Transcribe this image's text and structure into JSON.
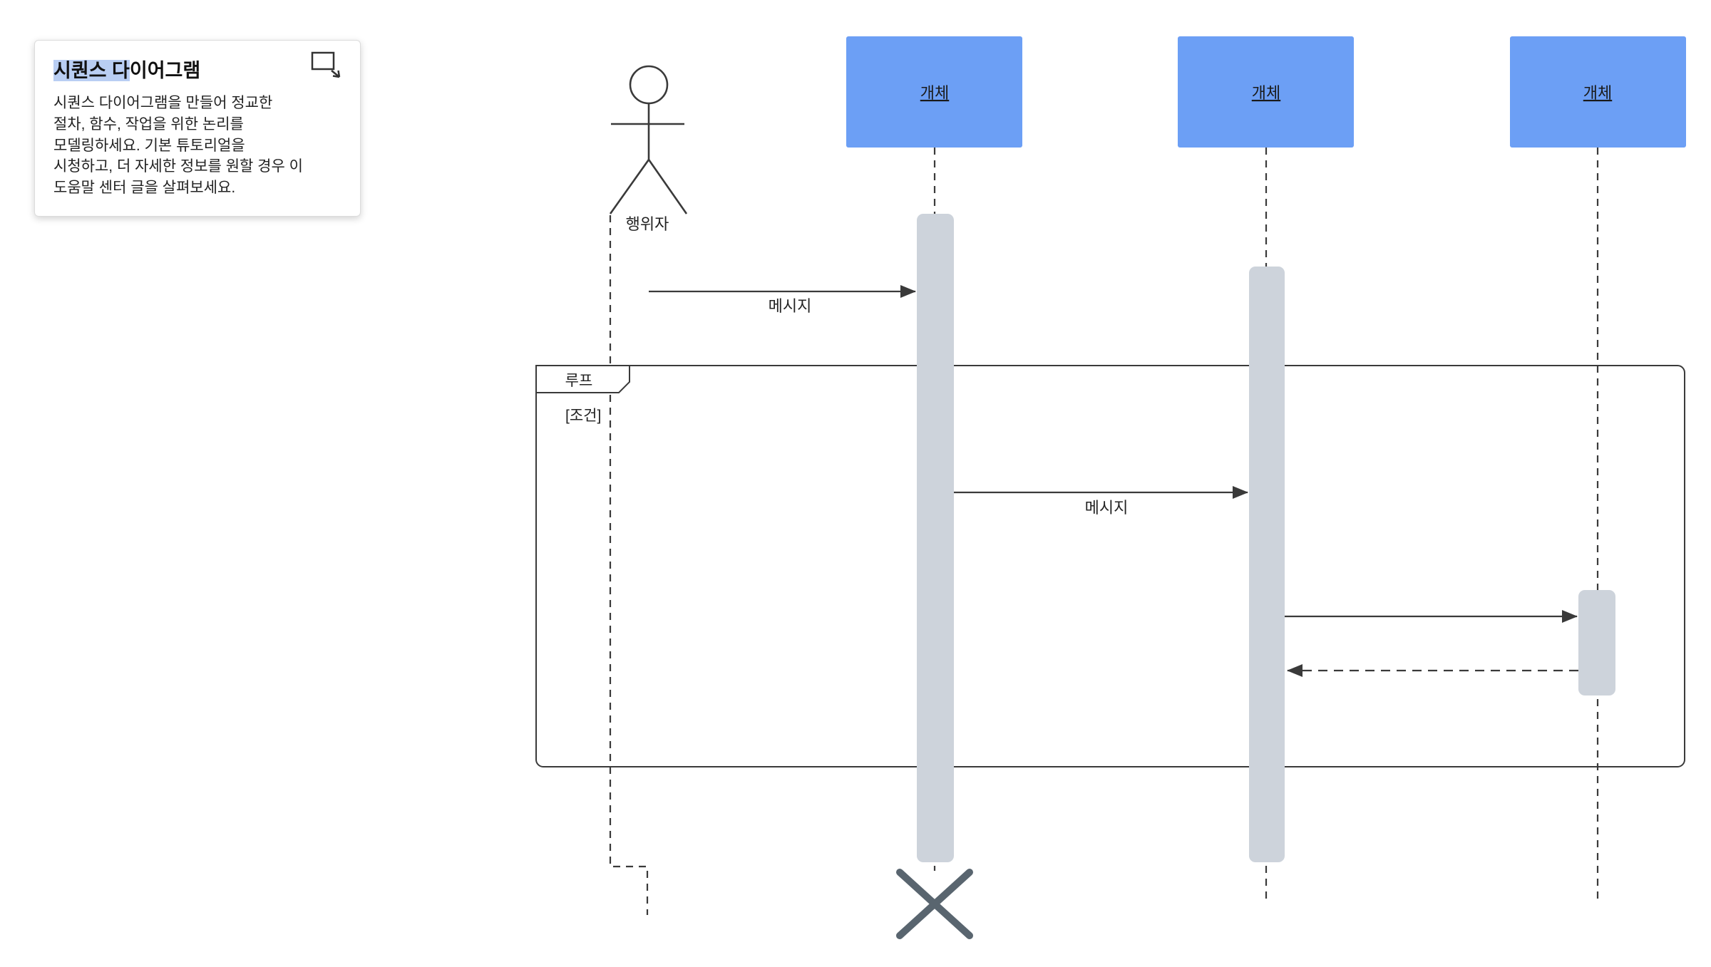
{
  "note_card": {
    "title_selected": "시퀀스 다",
    "title_rest": "이어그램",
    "body_lines": [
      "시퀀스 다이어그램을 만들어 정교한",
      "절차, 함수, 작업을 위한 논리를",
      "모델링하세요. 기본 튜토리얼을",
      "시청하고, 더 자세한 정보를 원할 경우 이",
      "도움말 센터 글을 살펴보세요."
    ]
  },
  "diagram": {
    "actor": {
      "label": "행위자"
    },
    "objects": [
      {
        "label": "개체"
      },
      {
        "label": "개체"
      },
      {
        "label": "개체"
      }
    ],
    "messages": [
      {
        "label": "메시지"
      },
      {
        "label": "메시지"
      }
    ],
    "loop": {
      "label": "루프",
      "condition": "[조건]"
    }
  },
  "colors": {
    "object_fill": "#6C9FF5",
    "activation_fill": "#CDD3DB",
    "line": "#3A3A3A",
    "destroy_x": "#59656F",
    "selection_highlight": "#B9CEF3"
  }
}
